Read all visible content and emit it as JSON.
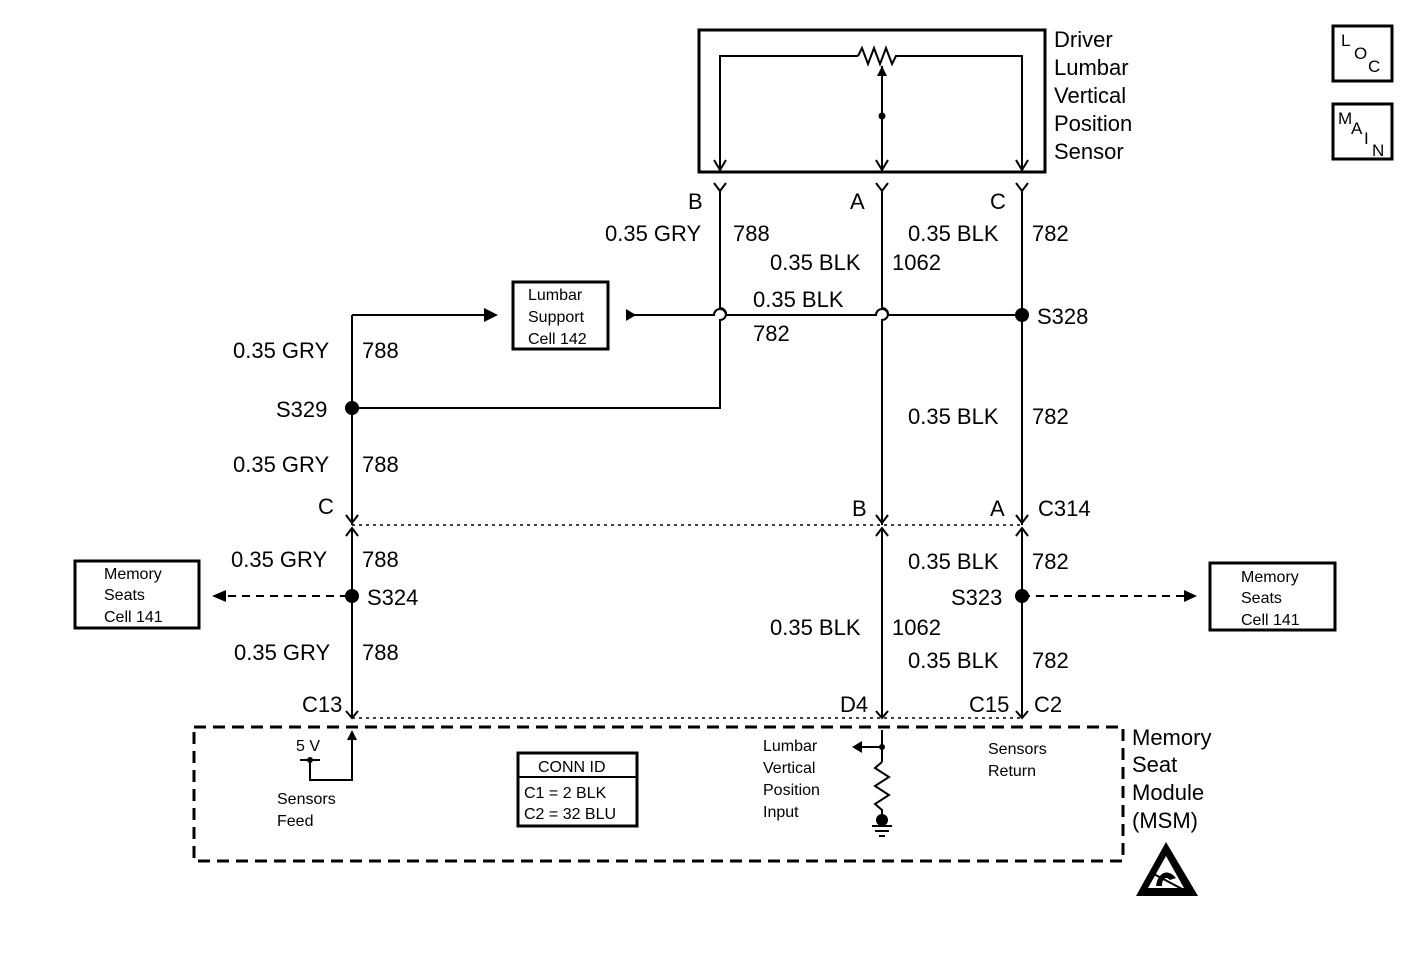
{
  "sensor": {
    "lines": [
      "Driver",
      "Lumbar",
      "Vertical",
      "Position",
      "Sensor"
    ]
  },
  "nav": {
    "loc": [
      "L",
      "O",
      "C"
    ],
    "main": [
      "M",
      "A",
      "I",
      "N"
    ]
  },
  "pins_top": {
    "b": "B",
    "a": "A",
    "c": "C"
  },
  "wires": {
    "w1": {
      "gauge": "0.35 GRY",
      "circuit": "788"
    },
    "w2": {
      "gauge": "0.35 BLK",
      "circuit": "1062"
    },
    "w3": {
      "gauge": "0.35 BLK",
      "circuit": "782"
    },
    "w4": {
      "gauge": "0.35 BLK",
      "circuit": "782"
    },
    "w5": {
      "gauge": "0.35 GRY",
      "circuit": "788"
    },
    "w6": {
      "gauge": "0.35 BLK",
      "circuit": "782"
    },
    "w7": {
      "gauge": "0.35 GRY",
      "circuit": "788"
    },
    "w8": {
      "gauge": "0.35 GRY",
      "circuit": "788"
    },
    "w9": {
      "gauge": "0.35 BLK",
      "circuit": "782"
    },
    "w10": {
      "gauge": "0.35 GRY",
      "circuit": "788"
    },
    "w11": {
      "gauge": "0.35 BLK",
      "circuit": "1062"
    },
    "w12": {
      "gauge": "0.35 BLK",
      "circuit": "782"
    }
  },
  "splices": {
    "s328": "S328",
    "s329": "S329",
    "s324": "S324",
    "s323": "S323"
  },
  "c314": {
    "c": "C",
    "b": "B",
    "a": "A",
    "name": "C314"
  },
  "msm_pins": {
    "c13": "C13",
    "d4": "D4",
    "c15": "C15",
    "c2": "C2"
  },
  "lumbar_support": {
    "lines": [
      "Lumbar",
      "Support",
      "Cell 142"
    ]
  },
  "memory_left": {
    "lines": [
      "Memory",
      "Seats",
      "Cell 141"
    ]
  },
  "memory_right": {
    "lines": [
      "Memory",
      "Seats",
      "Cell 141"
    ]
  },
  "msm": {
    "name": [
      "Memory",
      "Seat",
      "Module",
      "(MSM)"
    ],
    "five_v": "5 V",
    "feed": [
      "Sensors",
      "Feed"
    ],
    "input": [
      "Lumbar",
      "Vertical",
      "Position",
      "Input"
    ],
    "ret": [
      "Sensors",
      "Return"
    ]
  },
  "conn_id": {
    "title": "CONN ID",
    "c1": "C1 = 2 BLK",
    "c2": "C2 = 32 BLU"
  }
}
